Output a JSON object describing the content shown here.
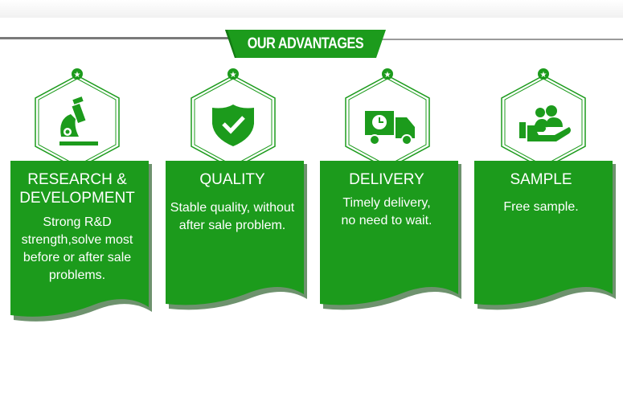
{
  "header": {
    "title": "OUR ADVANTAGES"
  },
  "colors": {
    "green": "#1c9b1c",
    "dark_green": "#137a13",
    "rule": "#7a7a7a"
  },
  "cards": [
    {
      "icon": "microscope-icon",
      "title": "RESEARCH & DEVELOPMENT",
      "description": "Strong R&D strength,solve most before or after sale problems."
    },
    {
      "icon": "shield-check-icon",
      "title": "QUALITY",
      "description": "Stable quality, without after sale problem."
    },
    {
      "icon": "delivery-truck-icon",
      "title": "DELIVERY",
      "description": "Timely delivery, no need to wait."
    },
    {
      "icon": "hand-people-icon",
      "title": "SAMPLE",
      "description": "Free sample."
    }
  ]
}
